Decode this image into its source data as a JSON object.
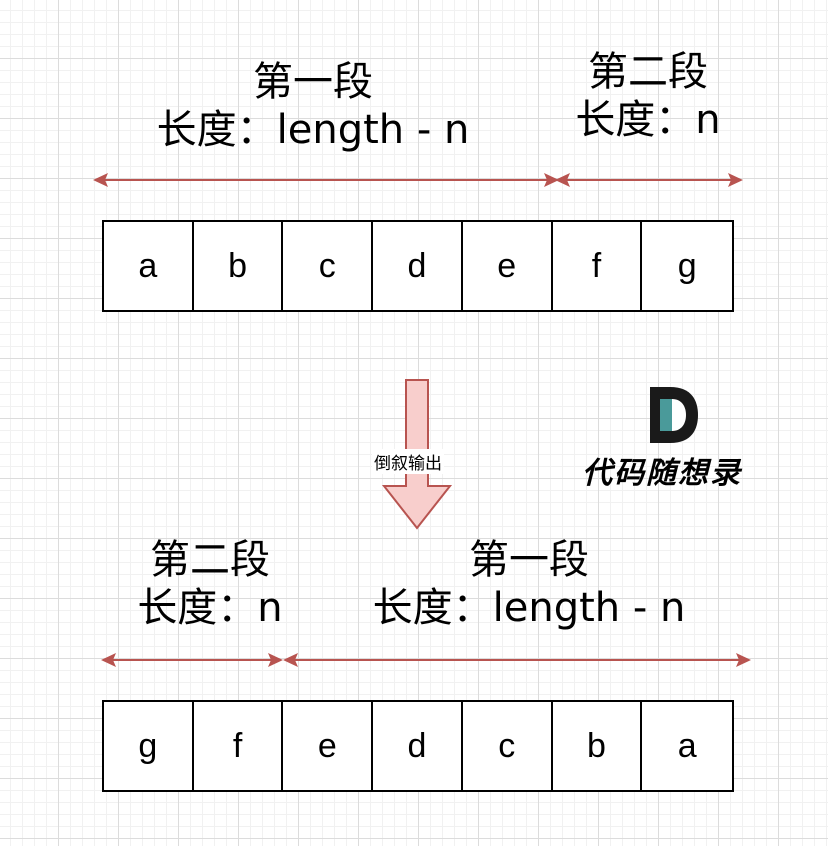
{
  "top": {
    "segment_one": {
      "title": "第一段",
      "length": "长度：length - n"
    },
    "segment_two": {
      "title": "第二段",
      "length": "长度：n"
    },
    "cells": [
      "a",
      "b",
      "c",
      "d",
      "e",
      "f",
      "g"
    ]
  },
  "transform": {
    "label": "倒叙输出"
  },
  "logo": {
    "mark": "D",
    "text": "代码随想录"
  },
  "bottom": {
    "segment_two": {
      "title": "第二段",
      "length": "长度：n"
    },
    "segment_one": {
      "title": "第一段",
      "length": "长度：length - n"
    },
    "cells": [
      "g",
      "f",
      "e",
      "d",
      "c",
      "b",
      "a"
    ]
  },
  "colors": {
    "arrow": "#b85450",
    "flow_arrow_fill": "#f8cecc",
    "flow_arrow_stroke": "#b85450",
    "logo_dark": "#1a1a1a",
    "logo_teal": "#4a9a9a"
  }
}
